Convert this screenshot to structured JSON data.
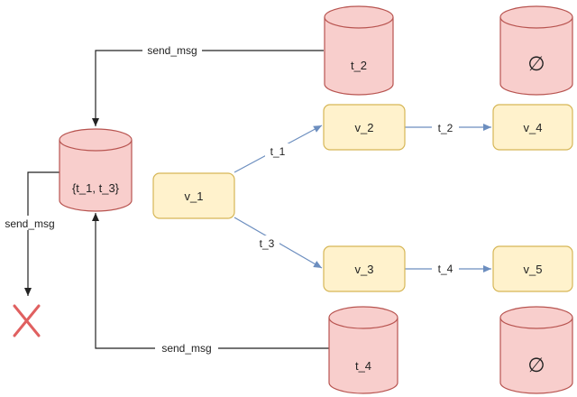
{
  "colors": {
    "db_fill": "#f8cecc",
    "db_stroke": "#b85450",
    "node_fill": "#fff2cc",
    "node_stroke": "#d6b656",
    "edge_blue": "#6c8ebf",
    "edge_black": "#222222",
    "cross_red": "#e06060"
  },
  "nodes": {
    "v1": "v_1",
    "v2": "v_2",
    "v3": "v_3",
    "v4": "v_4",
    "v5": "v_5"
  },
  "databases": {
    "central": "{t_1, t_3}",
    "t2_store": "t_2",
    "t4_store": "t_4",
    "empty_top": "∅",
    "empty_bottom": "∅"
  },
  "edges": {
    "v1_v2": "t_1",
    "v1_v3": "t_3",
    "v2_v4": "t_2",
    "v3_v5": "t_4",
    "send_top": "send_msg",
    "send_bottom": "send_msg",
    "send_left": "send_msg"
  },
  "terminal": {
    "cross_icon": "cross-icon"
  }
}
